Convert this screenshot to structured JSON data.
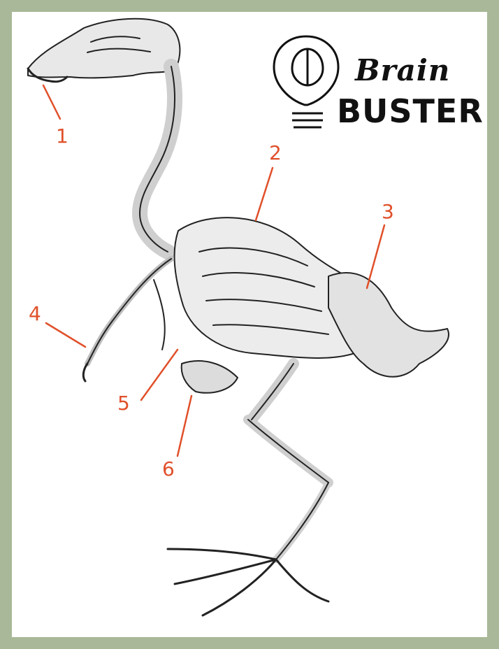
{
  "logo": {
    "line1": "Brain",
    "line2": "BUSTER"
  },
  "callouts": [
    "1",
    "2",
    "3",
    "4",
    "5",
    "6"
  ],
  "colors": {
    "frame": "#a8b898",
    "callout": "#e0502a",
    "ink": "#111111"
  },
  "icons": [
    "brain-lightbulb-icon"
  ]
}
